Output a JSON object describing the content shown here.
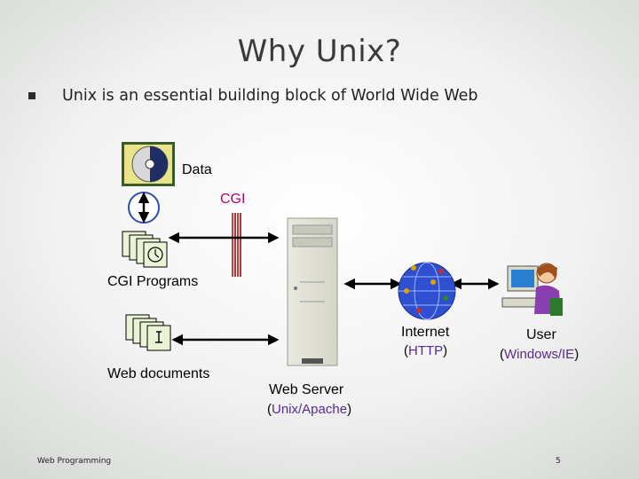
{
  "slide": {
    "title": "Why Unix?",
    "bullet": "Unix is an essential building block of World Wide Web"
  },
  "diagram": {
    "data_label": "Data",
    "cgi_label": "CGI",
    "cgi_programs_label": "CGI Programs",
    "web_documents_label": "Web documents",
    "internet_label": "Internet",
    "internet_protocol": "HTTP",
    "user_label": "User",
    "user_platform": "Windows/IE",
    "server_label": "Web Server",
    "server_platform": "Unix/Apache"
  },
  "footer": {
    "course": "Web Programming",
    "page_number": "5"
  }
}
